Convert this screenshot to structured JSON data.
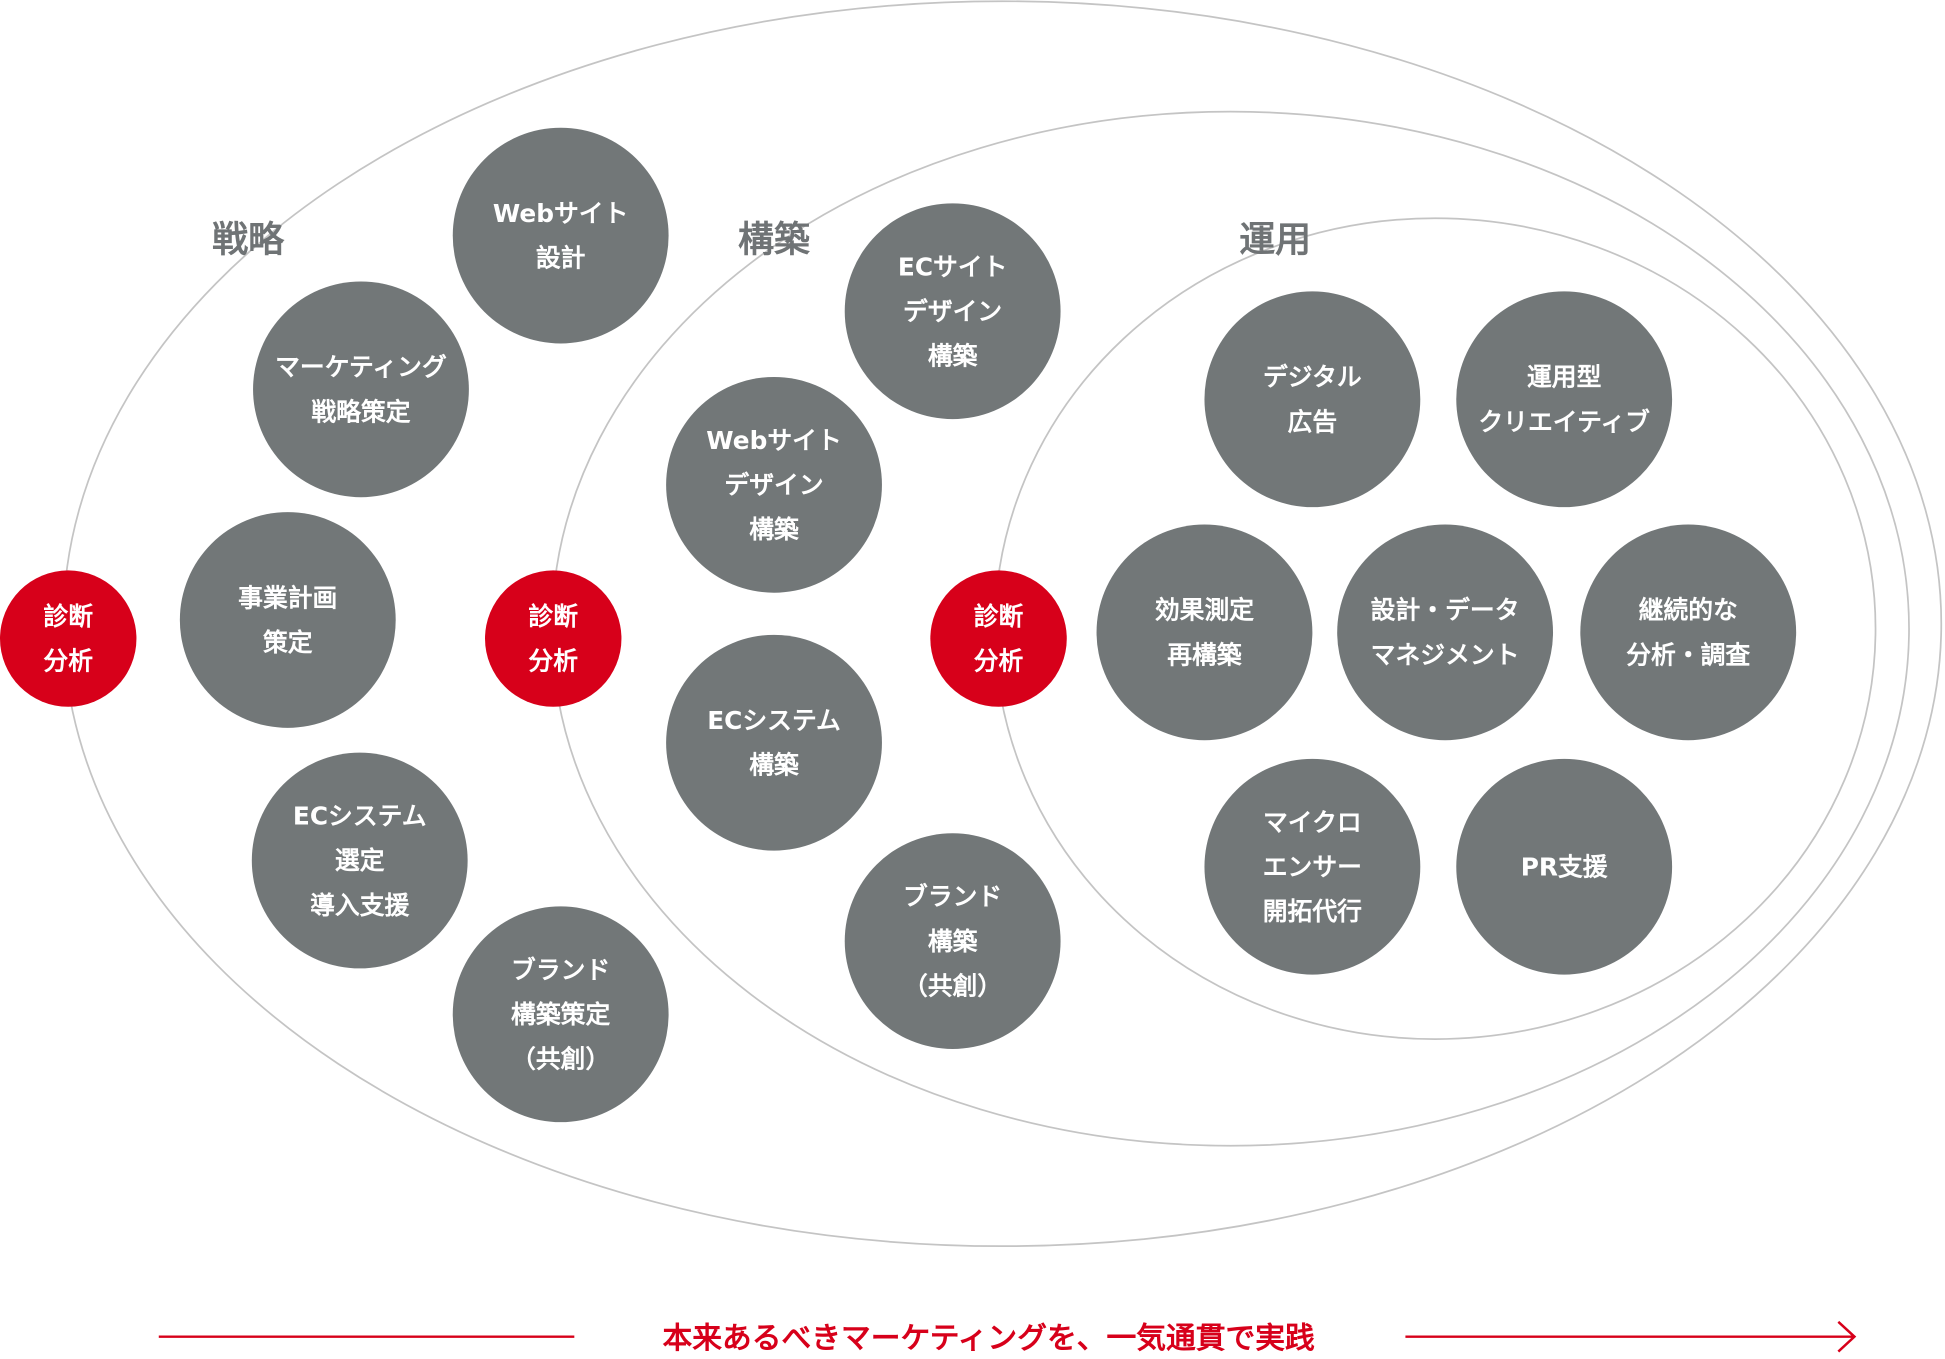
{
  "phases": {
    "strategy": "戦略",
    "build": "構築",
    "operate": "運用"
  },
  "diagnosis": [
    "診断",
    "分析"
  ],
  "nodes": {
    "web_site_design": [
      "Webサイト",
      "設計"
    ],
    "marketing_strategy": [
      "マーケティング",
      "戦略策定"
    ],
    "business_plan": [
      "事業計画",
      "策定"
    ],
    "ec_system_selection": [
      "ECシステム",
      "選定",
      "導入支援"
    ],
    "brand_strategy": [
      "ブランド",
      "構築策定",
      "（共創）"
    ],
    "ec_site_design_build": [
      "ECサイト",
      "デザイン",
      "構築"
    ],
    "web_site_design_build": [
      "Webサイト",
      "デザイン",
      "構築"
    ],
    "ec_system_build": [
      "ECシステム",
      "構築"
    ],
    "brand_build": [
      "ブランド",
      "構築",
      "（共創）"
    ],
    "digital_ads": [
      "デジタル",
      "広告"
    ],
    "operational_creative": [
      "運用型",
      "クリエイティブ"
    ],
    "measurement_rebuild": [
      "効果測定",
      "再構築"
    ],
    "data_management": [
      "設計・データ",
      "マネジメント"
    ],
    "continuous_analysis": [
      "継続的な",
      "分析・調査"
    ],
    "micro_influencer": [
      "マイクロ",
      "エンサー",
      "開拓代行"
    ],
    "pr_support": [
      "PR支援"
    ]
  },
  "footer": {
    "tagline": "本来あるべきマーケティングを、一気通貫で実践"
  },
  "colors": {
    "accent": "#d7001a",
    "node": "#727778",
    "ring": "#c4c4c4"
  }
}
